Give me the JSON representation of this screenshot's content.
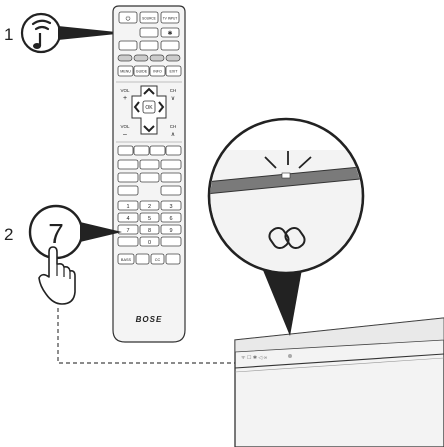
{
  "callouts": [
    {
      "number": "1",
      "icon": "music-note-wifi-icon"
    },
    {
      "number": "2",
      "key": "7",
      "icon": "pointing-hand-icon"
    }
  ],
  "remote": {
    "brand": "BOSE",
    "top_row": [
      "⏻",
      "SOURCE",
      "TV INPUT"
    ],
    "menu_row": [
      "MENU",
      "GUIDE",
      "INFO",
      "EXIT"
    ],
    "nav": {
      "vol_up": "VOL",
      "vol_down": "VOL",
      "ch_up": "CH",
      "ch_down": "CH",
      "ok": "OK"
    },
    "numpad": [
      "1",
      "2",
      "3",
      "4",
      "5",
      "6",
      "7",
      "8",
      "9",
      "0"
    ],
    "bottom_row": [
      "BASS",
      "CC"
    ]
  },
  "soundbar": {
    "indicator_icon": "link-icon"
  },
  "colors": {
    "outline": "#333333",
    "fill_light": "#f2f2f2",
    "fill_mid": "#dcdcdc",
    "indicator_bar": "#777777"
  }
}
